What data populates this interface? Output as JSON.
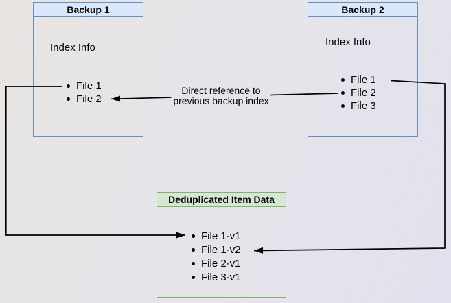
{
  "backup1": {
    "title": "Backup 1",
    "section_label": "Index Info",
    "items": [
      "File 1",
      "File 2"
    ]
  },
  "backup2": {
    "title": "Backup 2",
    "section_label": "Index Info",
    "items": [
      "File 1",
      "File 2",
      "File 3"
    ]
  },
  "dedup": {
    "title": "Deduplicated Item Data",
    "items": [
      "File 1-v1",
      "File 1-v2",
      "File 2-v1",
      "File 3-v1"
    ]
  },
  "edge_label": {
    "line1": "Direct reference to",
    "line2": "previous backup index"
  },
  "colors": {
    "backup_header_fill": "#dae8fc",
    "backup_border": "#6c8ebf",
    "dedup_header_fill": "#d5e8d4",
    "dedup_border": "#82b366",
    "edge_stroke": "#000000",
    "background": "#e5e4e9"
  }
}
